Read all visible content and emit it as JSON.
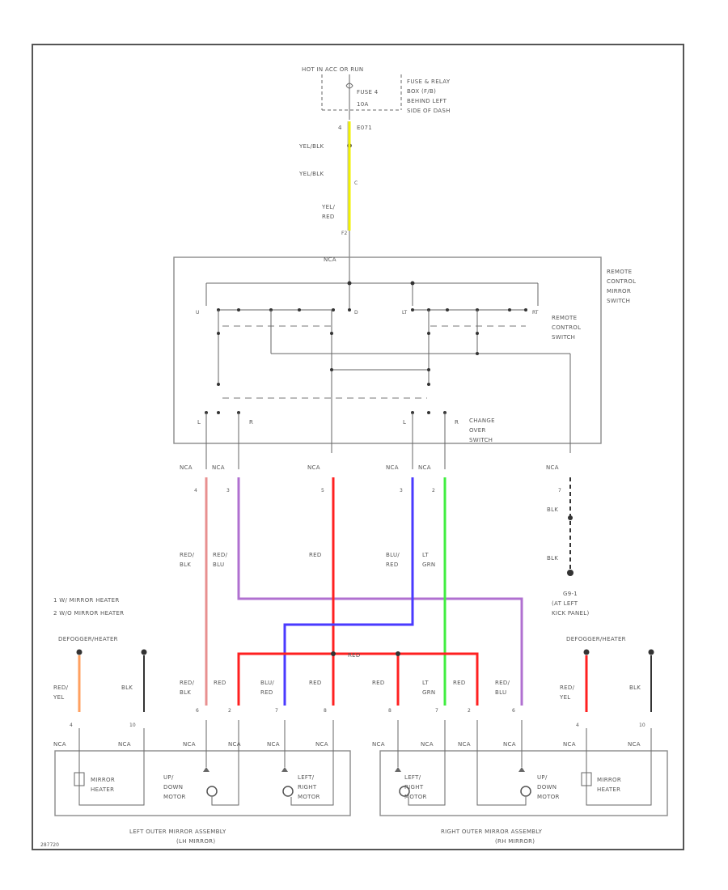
{
  "colors": {
    "yellow": "#f2f200",
    "red": "#ff2020",
    "pink": "#e89090",
    "purple": "#b070d0",
    "blue": "#4a3aff",
    "green": "#40ee40",
    "orange": "#ffa060",
    "black": "#333333",
    "gray": "#777777"
  },
  "power": {
    "source": "HOT IN ACC OR RUN",
    "fuse": "FUSE 4",
    "fuse_amps": "10A",
    "fuse_block": [
      "FUSE & RELAY",
      "BOX (F/B)",
      "BEHIND LEFT",
      "SIDE OF DASH"
    ],
    "conn_label": "E071",
    "wire1": "YEL/BLK",
    "wire2": "YEL/BLK",
    "wire3": [
      "YEL/",
      "RED"
    ],
    "pin_top": "4",
    "pin_bottom": "F2"
  },
  "remote_switch": {
    "title": [
      "REMOTE",
      "CONTROL",
      "MIRROR",
      "SWITCH"
    ],
    "inner_title": [
      "REMOTE",
      "CONTROL",
      "SWITCH"
    ],
    "change_over": [
      "CHANGE",
      "OVER",
      "SWITCH"
    ],
    "l_label": "L",
    "r_label": "R",
    "top_nca": "NCA"
  },
  "harness": {
    "nca": "NCA",
    "pins": [
      "4",
      "3",
      "5",
      "3",
      "2",
      "7"
    ],
    "wire_labels": [
      [
        "RED/",
        "BLK"
      ],
      [
        "RED/",
        "BLU"
      ],
      [
        "RED"
      ],
      [
        "BLU/",
        "RED"
      ],
      [
        "LT",
        "GRN"
      ]
    ],
    "ground_wires": [
      "BLK",
      "BLK"
    ],
    "ground": [
      "G9-1",
      "(AT LEFT",
      "KICK PANEL)"
    ],
    "red_splice": "RED"
  },
  "legend": [
    "1 W/ MIRROR HEATER",
    "2 W/O MIRROR HEATER"
  ],
  "defogger_label": "DEFOGGER/HEATER",
  "left_assembly": {
    "wires": [
      [
        "RED/",
        "YEL"
      ],
      [
        "BLK"
      ],
      [
        "RED/",
        "BLK"
      ],
      [
        "RED"
      ],
      [
        "BLU/",
        "RED"
      ],
      [
        "RED"
      ]
    ],
    "pins": [
      "4",
      "10",
      "6",
      "2",
      "7",
      "8"
    ],
    "heater": [
      "MIRROR",
      "HEATER"
    ],
    "updown": [
      "UP/",
      "DOWN",
      "MOTOR"
    ],
    "leftright": [
      "LEFT/",
      "RIGHT",
      "MOTOR"
    ],
    "name": [
      "LEFT OUTER MIRROR ASSEMBLY",
      "(LH MIRROR)"
    ]
  },
  "right_assembly": {
    "wires": [
      [
        "RED"
      ],
      [
        "LT",
        "GRN"
      ],
      [
        "RED"
      ],
      [
        "RED/",
        "BLU"
      ],
      [
        "RED/",
        "YEL"
      ],
      [
        "BLK"
      ]
    ],
    "pins": [
      "8",
      "7",
      "2",
      "6",
      "4",
      "10"
    ],
    "heater": [
      "MIRROR",
      "HEATER"
    ],
    "updown": [
      "UP/",
      "DOWN",
      "MOTOR"
    ],
    "leftright": [
      "LEFT/",
      "RIGHT",
      "MOTOR"
    ],
    "name": [
      "RIGHT OUTER MIRROR ASSEMBLY",
      "(RH MIRROR)"
    ]
  },
  "diagram_id": "287720"
}
